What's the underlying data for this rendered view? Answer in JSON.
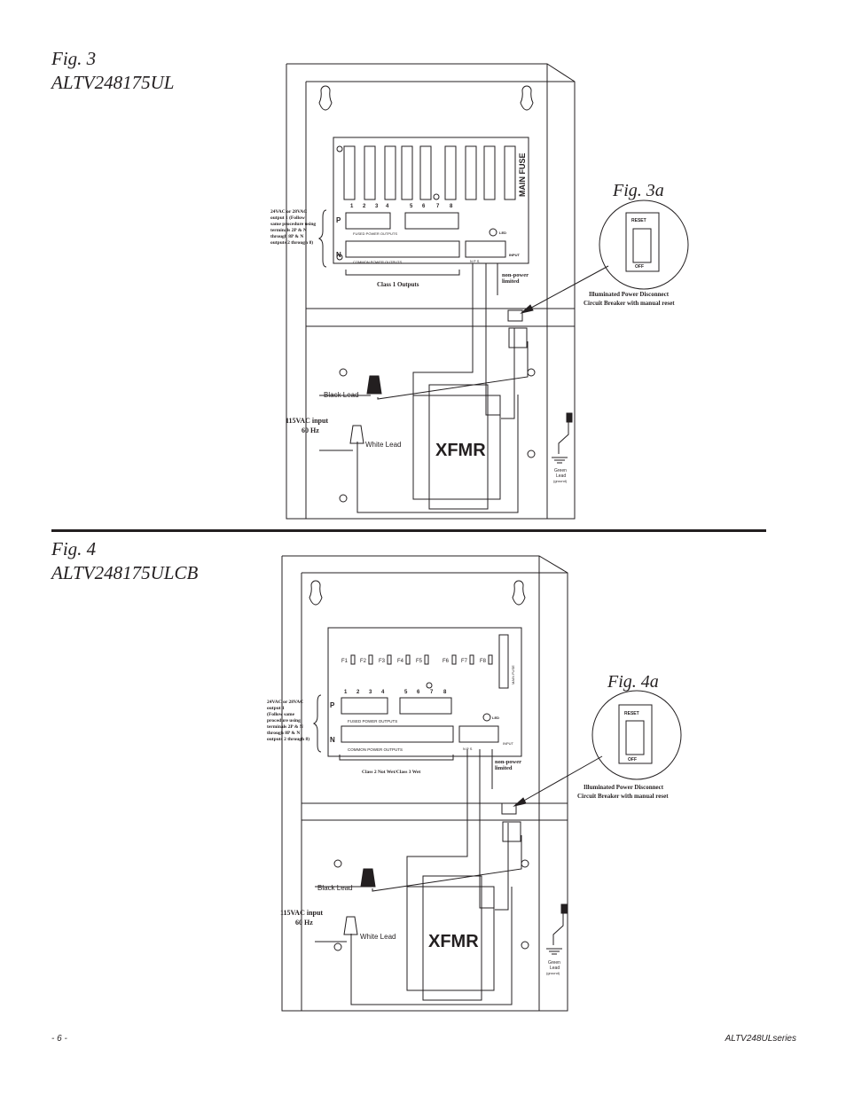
{
  "fig3": {
    "title": "Fig. 3",
    "model": "ALTV248175UL",
    "sub_title": "Fig. 3a",
    "main_fuse": "MAIN FUSE",
    "terminal_numbers": [
      "1",
      "2",
      "3",
      "4",
      "5",
      "6",
      "7",
      "8"
    ],
    "row_p": "P",
    "row_n": "N",
    "fused_power_outputs": "FUSED   POWER   OUTPUTS",
    "common_power_outputs": "COMMON   POWER   OUTPUTS",
    "input": "INPUT",
    "led": "LED",
    "input_terms": "N    P    S",
    "note_left": [
      "24VAC or 28VAC",
      "output 1 (Follow",
      "same procedure using",
      "terminals 2P & N",
      "through 8P & N",
      "outputs 2 through 8)"
    ],
    "outputs_label": "Class 1 Outputs",
    "non_power": [
      "non-power",
      "limited"
    ],
    "breaker_caption": [
      "Illuminated Power Disconnect",
      "Circuit Breaker with manual reset"
    ],
    "reset": "RESET",
    "off": "OFF",
    "black_lead": "Black Lead",
    "white_lead": "White Lead",
    "input_voltage": [
      "115VAC input",
      "60 Hz"
    ],
    "xfmr": "XFMR",
    "green_lead": [
      "Green",
      "Lead",
      "(ground)"
    ]
  },
  "fig4": {
    "title": "Fig. 4",
    "model": "ALTV248175ULCB",
    "sub_title": "Fig. 4a",
    "main_fuse": "MAIN FUSE",
    "fuse_labels": [
      "F1",
      "F2",
      "F3",
      "F4",
      "F5",
      "F6",
      "F7",
      "F8"
    ],
    "terminal_numbers": [
      "1",
      "2",
      "3",
      "4",
      "5",
      "6",
      "7",
      "8"
    ],
    "row_p": "P",
    "row_n": "N",
    "fused_power_outputs": "FUSED   POWER   OUTPUTS",
    "common_power_outputs": "COMMON   POWER   OUTPUTS",
    "input": "INPUT",
    "led": "LED",
    "input_terms": "N    P    S",
    "note_left": [
      "24VAC or 28VAC",
      "output 1",
      "(Follow same",
      "procedure using",
      "terminals 2P & N",
      "through 8P & N",
      "outputs 2 through 8)"
    ],
    "outputs_label": "Class 2 Not Wet/Class 3 Wet",
    "non_power": [
      "non-power",
      "limited"
    ],
    "breaker_caption": [
      "Illuminated Power Disconnect",
      "Circuit Breaker with manual reset"
    ],
    "reset": "RESET",
    "off": "OFF",
    "black_lead": "Black Lead",
    "white_lead": "White Lead",
    "input_voltage": [
      "115VAC input",
      "60 Hz"
    ],
    "xfmr": "XFMR",
    "green_lead": [
      "Green",
      "Lead",
      "(ground)"
    ]
  },
  "footer": {
    "page": "- 6 -",
    "series": "ALTV248ULseries"
  }
}
